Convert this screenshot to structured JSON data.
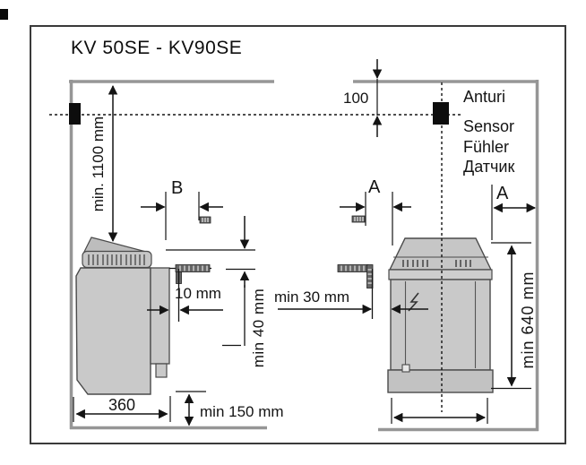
{
  "title": "KV 50SE - KV90SE",
  "sensor_labels": {
    "finnish": "Anturi",
    "english": "Sensor",
    "german": "Fühler",
    "russian": "Датчик"
  },
  "dimensions": {
    "ceiling_to_heater": "min. 1100 mm",
    "sensor_below_ceiling": "100",
    "b": "B",
    "a_left": "A",
    "a_right": "A",
    "back_gap": "10 mm",
    "rail_below_top": "min 40 mm",
    "side_clearance": "min 30 mm",
    "heater_width": "360",
    "floor_clearance": "min 150 mm",
    "wall_mount_height": "min 640 mm"
  },
  "colors": {
    "heater_gray": "#c9c9c9",
    "wall_gray": "#969696",
    "ink": "#141414"
  }
}
